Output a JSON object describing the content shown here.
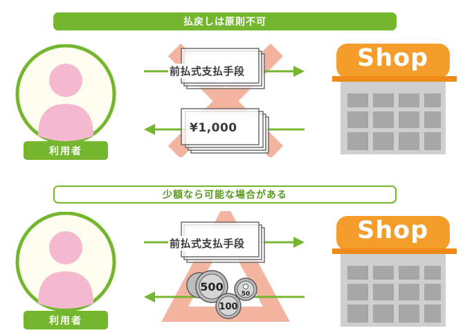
{
  "top_section": {
    "banner": "払戻しは原則不可",
    "user_label": "利用者",
    "payment_label": "前払式支払手段",
    "cash_label": "¥1,000",
    "shop_label": "Shop"
  },
  "bottom_section": {
    "banner": "少額なら可能な場合がある",
    "user_label": "利用者",
    "payment_label": "前払式支払手段",
    "shop_label": "Shop",
    "coins": [
      "500",
      "50",
      "100"
    ]
  },
  "colors": {
    "green": "#74b62e",
    "avatar_pink": "#f4b9cf",
    "shop_orange": "#f59d2a",
    "shop_gray": "#a6a6a6",
    "mark_salmon": "#f1a78f"
  }
}
